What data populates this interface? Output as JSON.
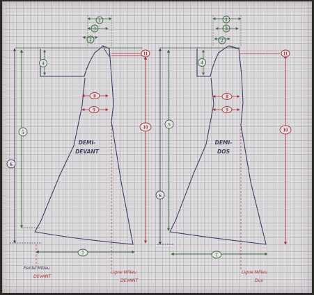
{
  "colors": {
    "paper": "#e7e3e5",
    "outline": "#3c3f63",
    "measure_red": "#a3323a",
    "measure_green": "#3e6a44",
    "measure_dark": "#3b3b50"
  },
  "front": {
    "name_line1": "DEMI-",
    "name_line2": "DEVANT",
    "slit_label_line1": "Fente Milieu",
    "slit_label_line2": "DEVANT",
    "center_label_line1": "Ligne Milieu",
    "center_label_line2": "DEVANT"
  },
  "back": {
    "name_line1": "DEMI-",
    "name_line2": "DOS",
    "center_label_line1": "Ligne Milieu",
    "center_label_line2": "Dos"
  },
  "measure_numbers": {
    "m1": "1",
    "m2": "2",
    "m3": "3",
    "m4": "4",
    "m5": "5",
    "m6": "6",
    "m7": "7",
    "m8": "8",
    "m9": "9",
    "m10": "10",
    "m11": "11"
  }
}
